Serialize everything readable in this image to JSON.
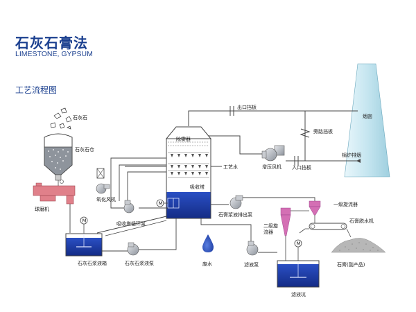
{
  "header": {
    "title_cn": "石灰石膏法",
    "title_en": "LIMESTONE, GYPSUM",
    "subtitle": "工艺流程图"
  },
  "labels": {
    "limestone": "石灰石",
    "limestone_silo": "石灰石仓",
    "ball_mill": "球磨机",
    "oxidation_fan": "氧化风机",
    "absorber_circ_pump": "吸收塔循环泵",
    "demister": "除雾器",
    "process_water": "工艺水",
    "absorber": "吸收塔",
    "outlet_damper": "出口挡板",
    "bypass_damper": "旁路挡板",
    "booster_fan": "增压风机",
    "inlet_damper": "入口挡板",
    "boiler_flue_gas": "锅炉排烟",
    "chimney": "烟囱",
    "gypsum_discharge_pump": "石膏浆液排出泵",
    "primary_cyclone": "一级旋流器",
    "secondary_cyclone_1": "二级旋",
    "secondary_cyclone_2": "流器",
    "gypsum_dewaterer": "石膏脱水机",
    "gypsum_product": "石膏(副产品)",
    "limestone_slurry_tank": "石灰石浆液箱",
    "limestone_slurry_pump": "石灰石浆液泵",
    "waste_water": "废水",
    "filtrate_pump": "滤液泵",
    "filtrate_pit": "滤液坑",
    "motor_symbol": "M"
  },
  "colors": {
    "brand": "#1a3f8f",
    "slurry": "#1c3aa8",
    "line": "#444444",
    "mill": "#e0808a",
    "cyclone": "#d46fb4",
    "chimney": "#bfe3ee",
    "equipment": "#9aa0a8"
  }
}
